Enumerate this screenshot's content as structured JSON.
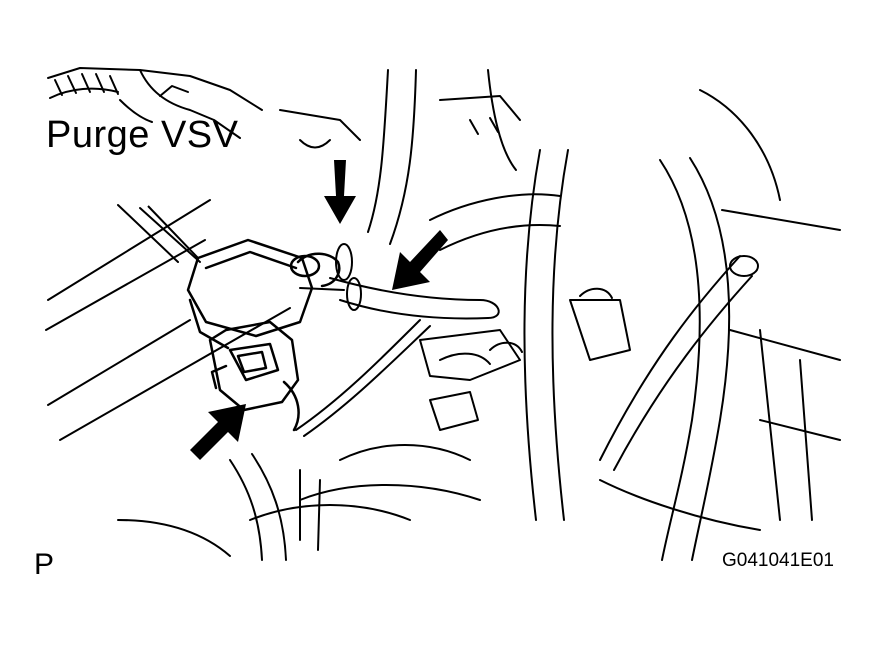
{
  "labels": {
    "title": "Purge VSV",
    "corner": "P",
    "figure_id": "G041041E01"
  },
  "colors": {
    "ink": "#000000",
    "paper": "#ffffff"
  }
}
